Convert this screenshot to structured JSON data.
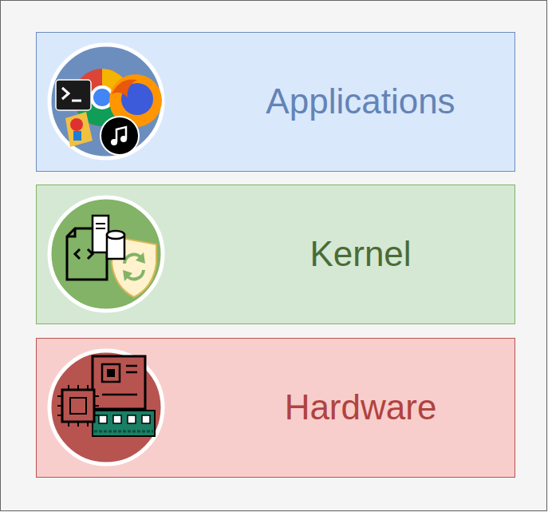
{
  "diagram": {
    "nodes": [
      {
        "text": [
          "Applications"
        ]
      },
      {
        "text": [
          "Kernel"
        ]
      },
      {
        "text": [
          "Hardware"
        ]
      }
    ]
  }
}
